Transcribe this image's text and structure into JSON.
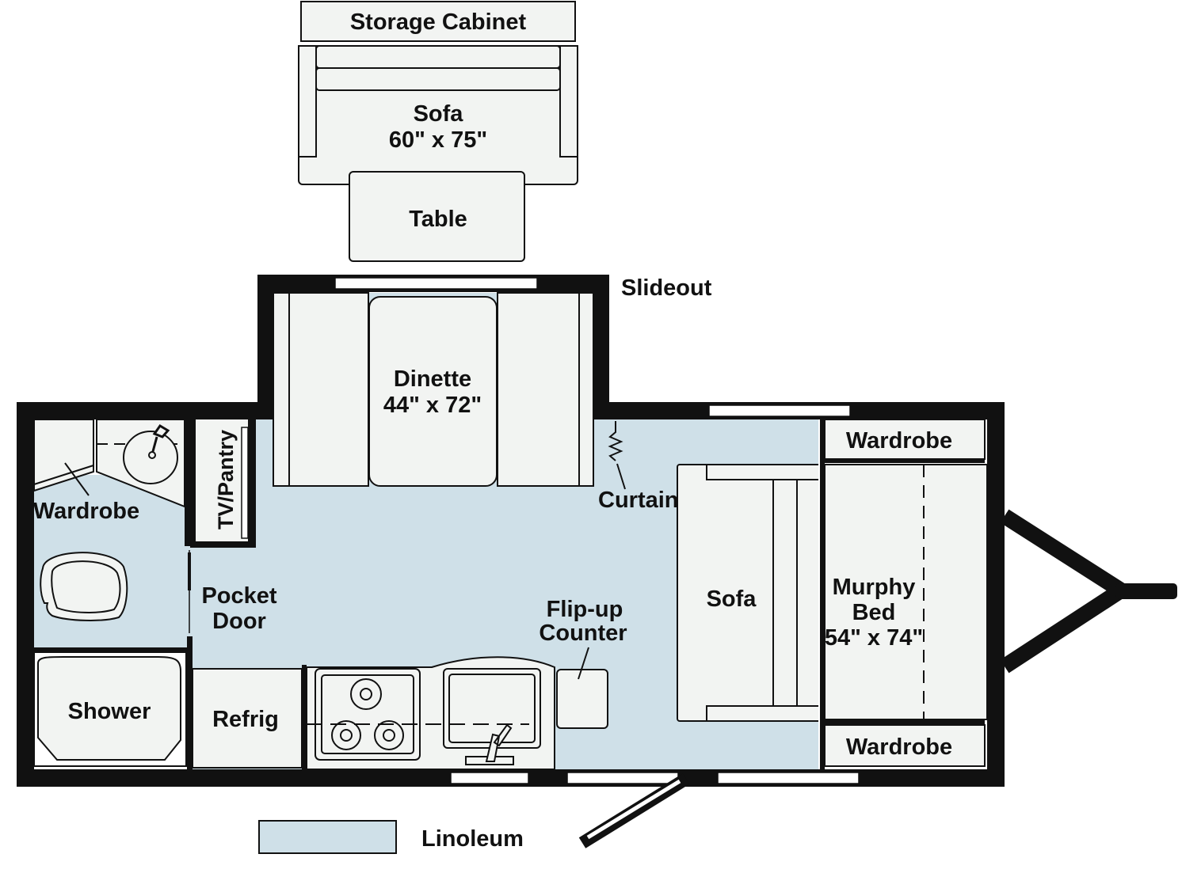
{
  "colors": {
    "linoleum": "#cfe0e8",
    "furniture": "#f2f4f2",
    "wall": "#111111",
    "background": "#ffffff"
  },
  "labels": {
    "storage_cabinet": "Storage Cabinet",
    "outdoor_sofa": "Sofa",
    "outdoor_sofa_size": "60\" x 75\"",
    "table": "Table",
    "slideout": "Slideout",
    "dinette": "Dinette",
    "dinette_size": "44\" x 72\"",
    "curtain": "Curtain",
    "wardrobe_top": "Wardrobe",
    "wardrobe_bottom": "Wardrobe",
    "wardrobe_bath": "Wardrobe",
    "tv_pantry": "TV/Pantry",
    "pocket": "Pocket",
    "door": "Door",
    "flip_up": "Flip-up",
    "counter": "Counter",
    "sofa": "Sofa",
    "murphy": "Murphy",
    "bed": "Bed",
    "bed_size": "54\" x 74\"",
    "shower": "Shower",
    "refrig": "Refrig"
  },
  "legend": {
    "label": "Linoleum"
  }
}
